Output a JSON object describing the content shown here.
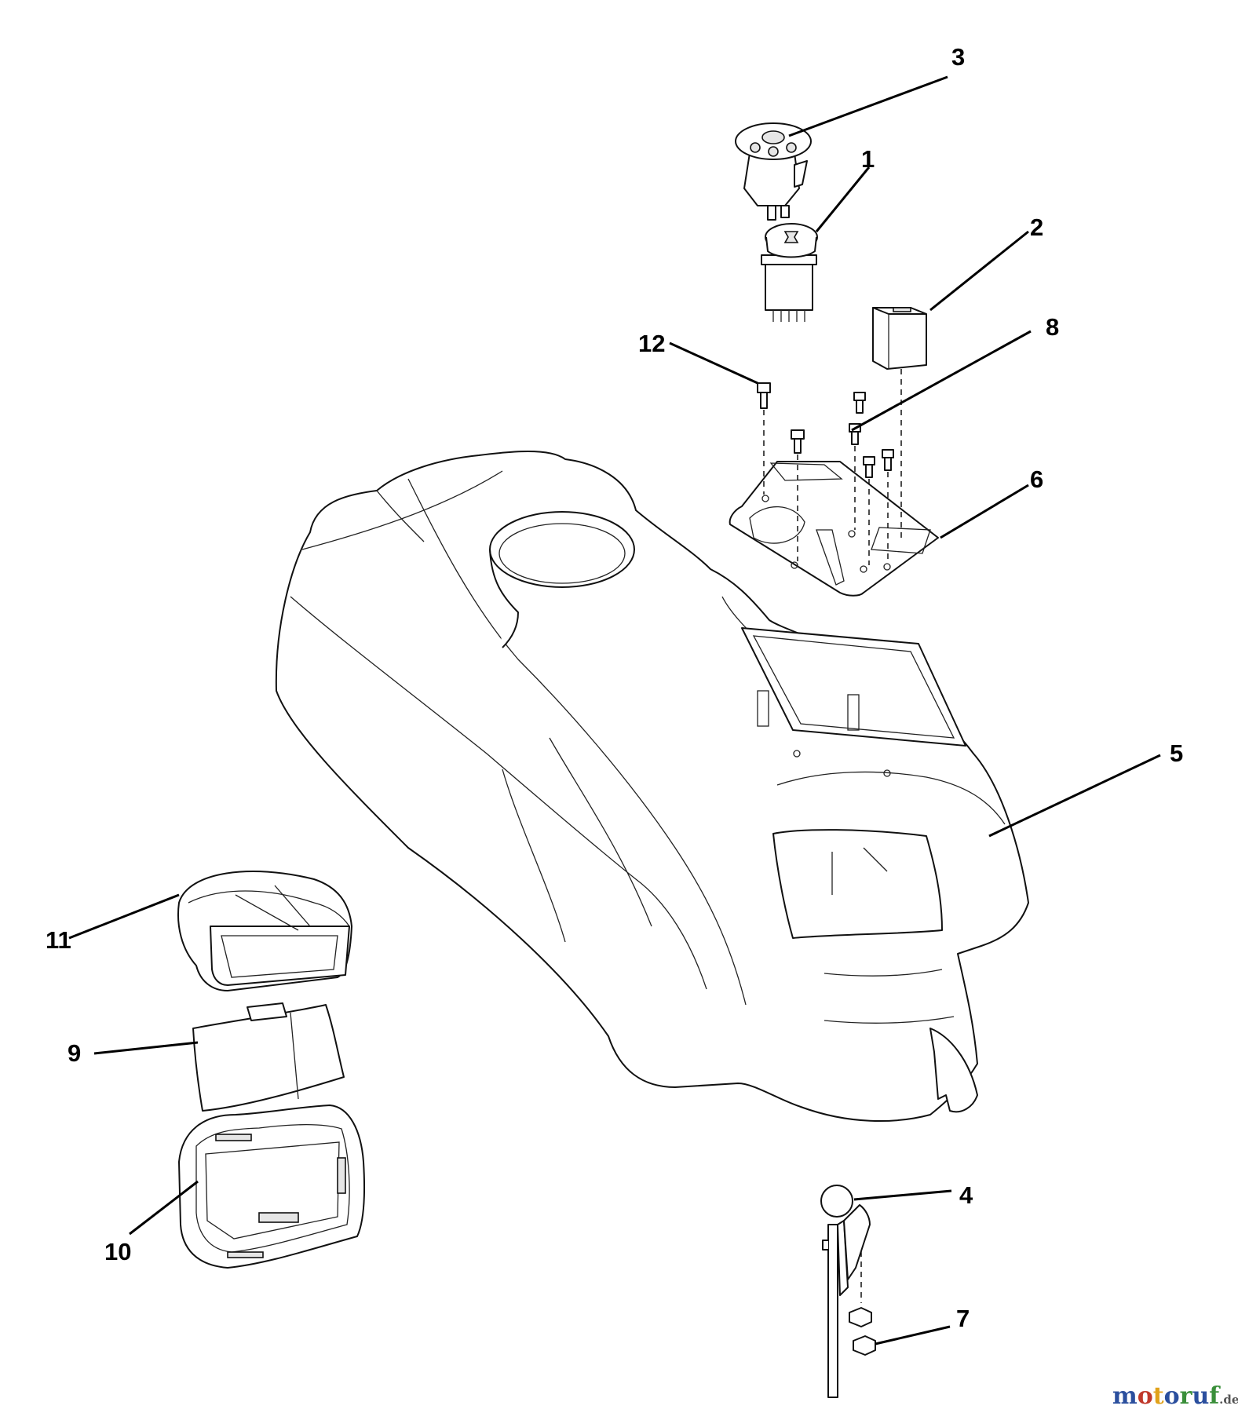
{
  "callouts": [
    {
      "label": "1",
      "part": "pto-switch"
    },
    {
      "label": "2",
      "part": "hour-meter"
    },
    {
      "label": "3",
      "part": "ignition-switch"
    },
    {
      "label": "4",
      "part": "shift-lever-knob"
    },
    {
      "label": "5",
      "part": "dash-console"
    },
    {
      "label": "6",
      "part": "switch-mounting-plate"
    },
    {
      "label": "7",
      "part": "lock-nut"
    },
    {
      "label": "8",
      "part": "screw"
    },
    {
      "label": "9",
      "part": "cup-holder-insert"
    },
    {
      "label": "10",
      "part": "cup-holder-bezel"
    },
    {
      "label": "11",
      "part": "cup-holder"
    },
    {
      "label": "12",
      "part": "screw-plate"
    }
  ],
  "watermark": {
    "letters": [
      "m",
      "o",
      "t",
      "o",
      "r",
      "u",
      "f"
    ],
    "suffix": ".de",
    "colors": [
      "#2b4f9e",
      "#c0392b",
      "#e1a21b",
      "#2b4f9e",
      "#3a8f3a",
      "#2b4f9e",
      "#3a8f3a"
    ],
    "suffix_color": "#555555"
  },
  "colors": {
    "line": "#111111",
    "background": "#ffffff"
  }
}
